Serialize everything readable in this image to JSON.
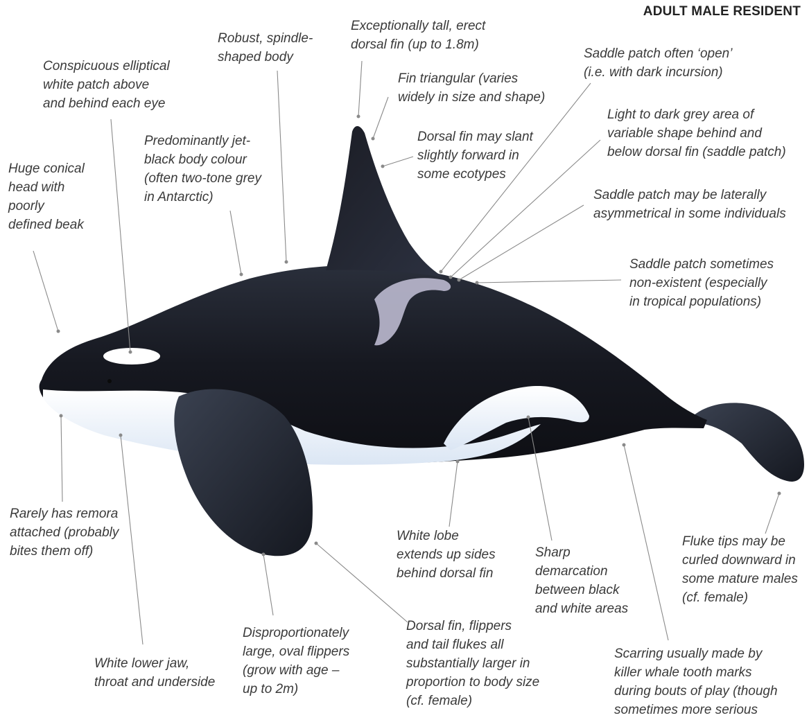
{
  "title": "ADULT MALE RESIDENT",
  "labels": {
    "eye_patch": "Conspicuous elliptical\nwhite patch above\nand behind each eye",
    "spindle_body": "Robust, spindle-\nshaped body",
    "tall_dorsal": "Exceptionally tall, erect\ndorsal fin (up to 1.8m)",
    "saddle_open": "Saddle patch often ‘open’\n(i.e. with dark incursion)",
    "fin_triangular": "Fin triangular (varies\nwidely in size and shape)",
    "black_colour": "Predominantly jet-\nblack body colour\n(often two-tone grey\nin Antarctic)",
    "conical_head": "Huge conical\nhead with\npoorly\ndefined beak",
    "fin_slant": "Dorsal fin may slant\nslightly forward in\nsome ecotypes",
    "saddle_grey": "Light to dark grey area of\nvariable shape behind and\nbelow dorsal fin (saddle patch)",
    "saddle_asym": "Saddle patch may be laterally\nasymmetrical in some individuals",
    "saddle_none": "Saddle patch sometimes\nnon-existent (especially\nin tropical populations)",
    "remora": "Rarely has remora\nattached (probably\nbites them off)",
    "white_lobe": "White lobe\nextends up sides\nbehind dorsal fin",
    "demarcation": "Sharp\ndemarcation\nbetween black\nand white areas",
    "fluke_tips": "Fluke tips may be\ncurled downward in\nsome mature males\n(cf. female)",
    "lower_jaw": "White lower jaw,\nthroat and underside",
    "flippers": "Disproportionately\nlarge, oval flippers\n(grow with age –\nup to 2m)",
    "larger_parts": "Dorsal fin, flippers\nand tail flukes all\nsubstantially larger in\nproportion to body size\n(cf. female)",
    "scarring": "Scarring usually made by\nkiller whale tooth marks\nduring bouts of play (though\nsometimes more serious"
  },
  "colors": {
    "body_black": "#15171f",
    "belly_white": "#eef3fa",
    "saddle_grey": "#b9b6cc",
    "leader_line": "#8a8a8a",
    "label_text": "#3a3a3a"
  }
}
